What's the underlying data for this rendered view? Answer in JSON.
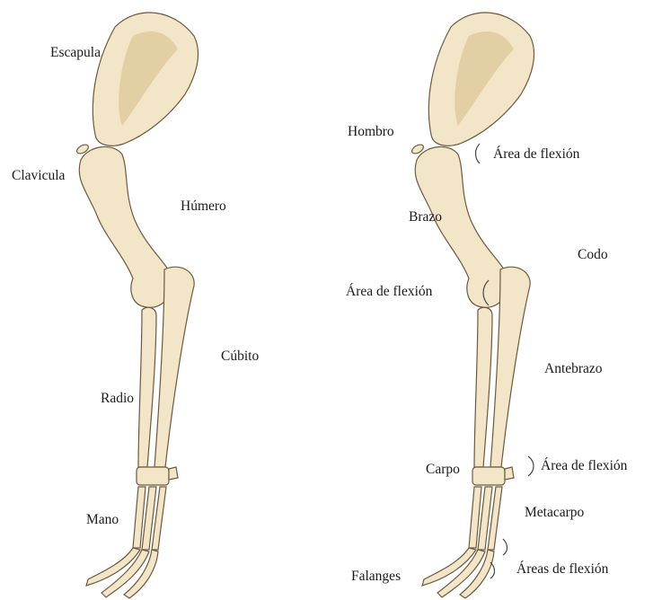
{
  "left_labels": {
    "escapula": "Escapula",
    "clavicula": "Clavicula",
    "humero": "Húmero",
    "cubito": "Cúbito",
    "radio": "Radio",
    "mano": "Mano"
  },
  "right_labels": {
    "hombro": "Hombro",
    "area_flexion_shoulder": "Área de flexión",
    "brazo": "Brazo",
    "codo": "Codo",
    "area_flexion_elbow": "Área de flexión",
    "antebrazo": "Antebrazo",
    "carpo": "Carpo",
    "area_flexion_carpus": "Área de flexión",
    "metacarpo": "Metacarpo",
    "falanges": "Falanges",
    "areas_flexion_digits": "Áreas de flexión"
  },
  "colors": {
    "bone": "#f3e6c8",
    "bone_outline": "#6b5a3e",
    "text": "#1a1a1a"
  }
}
